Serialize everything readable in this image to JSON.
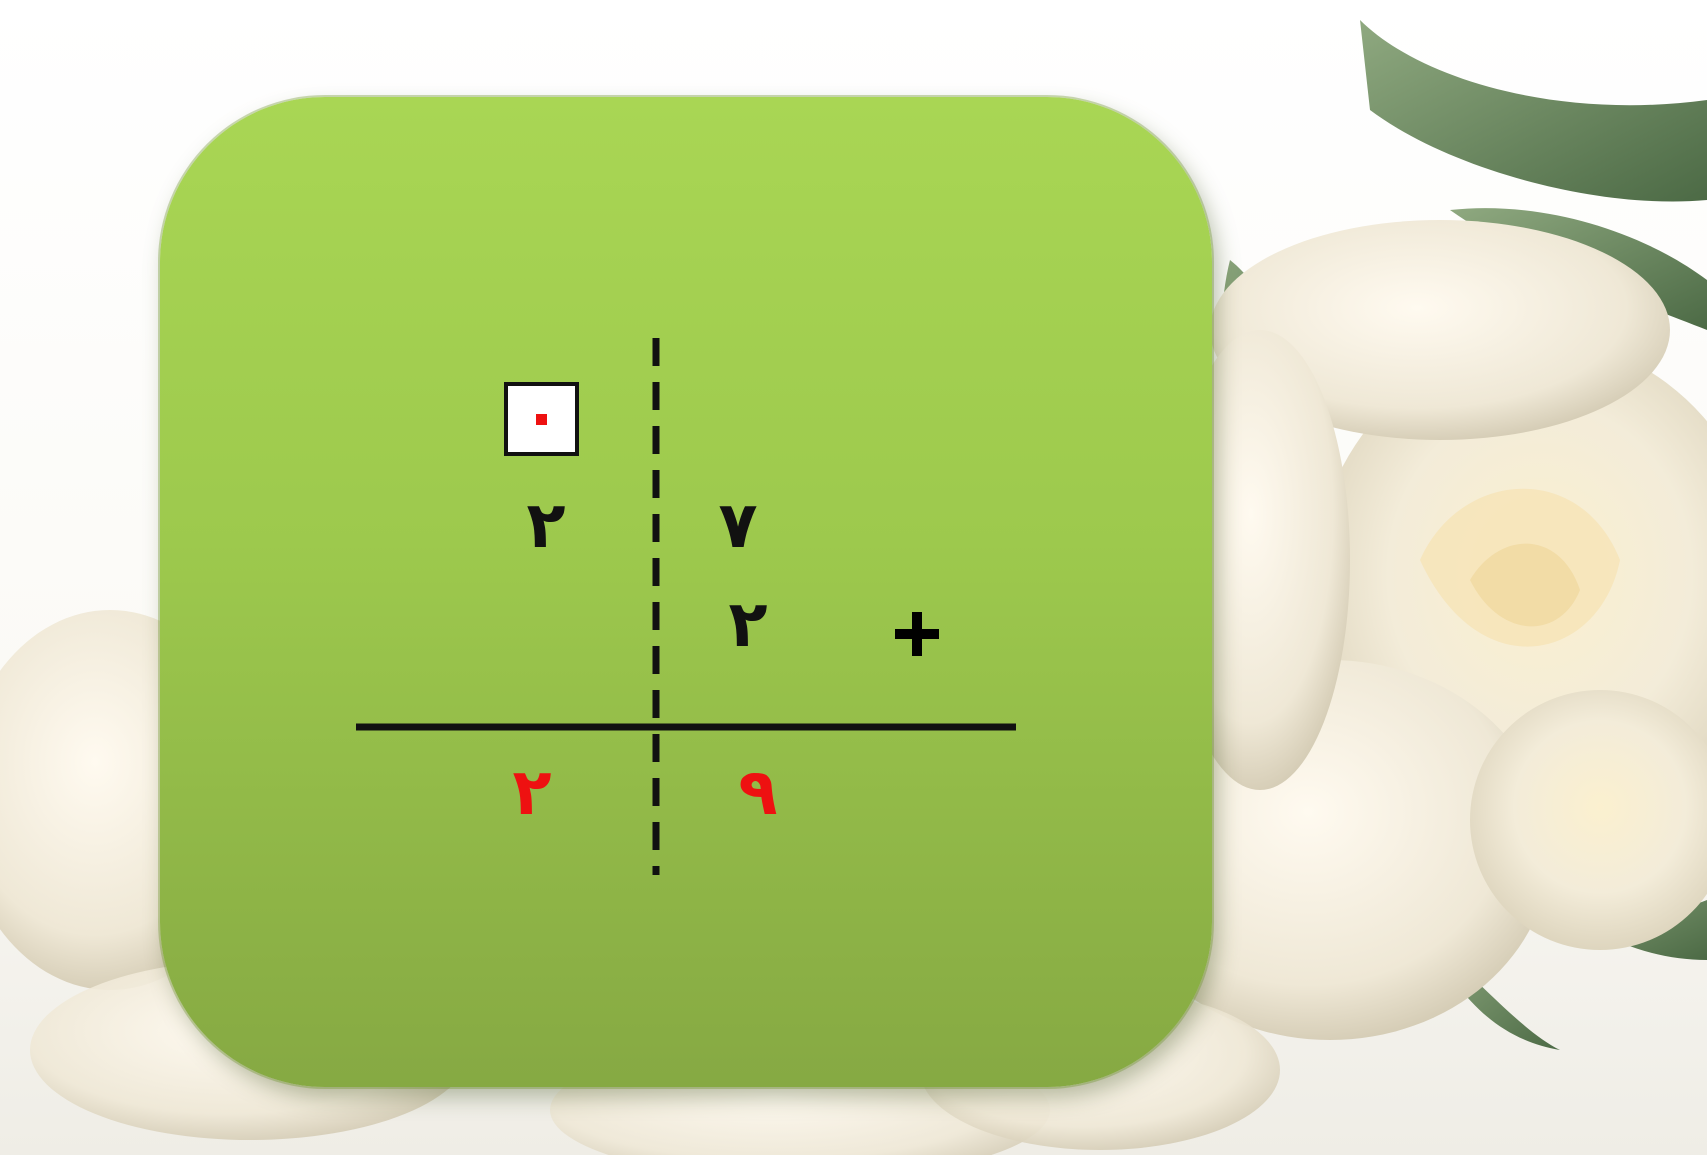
{
  "problem": {
    "carry": {
      "digit": "۰",
      "color": "#ee1111"
    },
    "row1": {
      "tens": "۲",
      "ones": "۷"
    },
    "row2": {
      "ones": "۲",
      "operator": "+"
    },
    "result": {
      "tens": "۲",
      "ones": "۹",
      "color": "#ee1111"
    }
  },
  "colors": {
    "card_top": "#a9d654",
    "card_bottom": "#86a943",
    "digit": "#111111",
    "result": "#ee1111"
  },
  "background": {
    "subject": "white-roses"
  }
}
